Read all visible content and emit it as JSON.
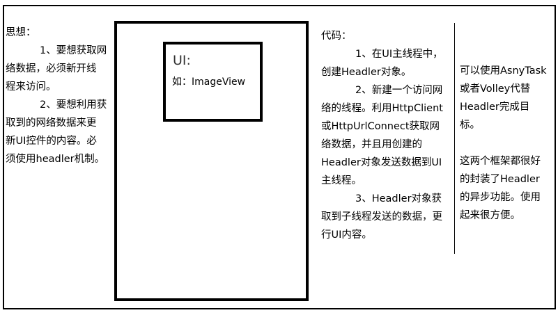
{
  "ui_box": {
    "title": "UI:",
    "example": "如：ImageView"
  },
  "left": {
    "lines": [
      {
        "t": "思想：",
        "indent": false
      },
      {
        "t": "1、要想获取网",
        "indent": true
      },
      {
        "t": "络数据，必须新开线",
        "indent": false
      },
      {
        "t": "程来访问。",
        "indent": false
      },
      {
        "t": "2、要想利用获",
        "indent": true
      },
      {
        "t": "取到的网络数据来更",
        "indent": false
      },
      {
        "t": "新UI控件的内容。必",
        "indent": false
      },
      {
        "t": "须使用headler机制。",
        "indent": false
      }
    ]
  },
  "middle": {
    "lines": [
      {
        "t": "代码：",
        "indent": false
      },
      {
        "t": "1、在UI主线程中，",
        "indent": true
      },
      {
        "t": "创建Headler对象。",
        "indent": false
      },
      {
        "t": "2、新建一个访问网",
        "indent": true
      },
      {
        "t": "络的线程。利用HttpClient",
        "indent": false
      },
      {
        "t": "或HttpUrlConnect获取网",
        "indent": false
      },
      {
        "t": "络数据，并且用创建的",
        "indent": false
      },
      {
        "t": "Headler对象发送数据到UI",
        "indent": false
      },
      {
        "t": "主线程。",
        "indent": false
      },
      {
        "t": "3、Headler对象获",
        "indent": true
      },
      {
        "t": "取到子线程发送的数据，更",
        "indent": false
      },
      {
        "t": "行UI内容。",
        "indent": false
      }
    ]
  },
  "right": {
    "lines": [
      {
        "t": "可以使用AsnyTask"
      },
      {
        "t": "或者Volley代替"
      },
      {
        "t": "Headler完成目"
      },
      {
        "t": "标。"
      },
      {
        "t": ""
      },
      {
        "t": "这两个框架都很好"
      },
      {
        "t": "的封装了Headler"
      },
      {
        "t": "的异步功能。使用"
      },
      {
        "t": "起来很方便。"
      }
    ]
  }
}
